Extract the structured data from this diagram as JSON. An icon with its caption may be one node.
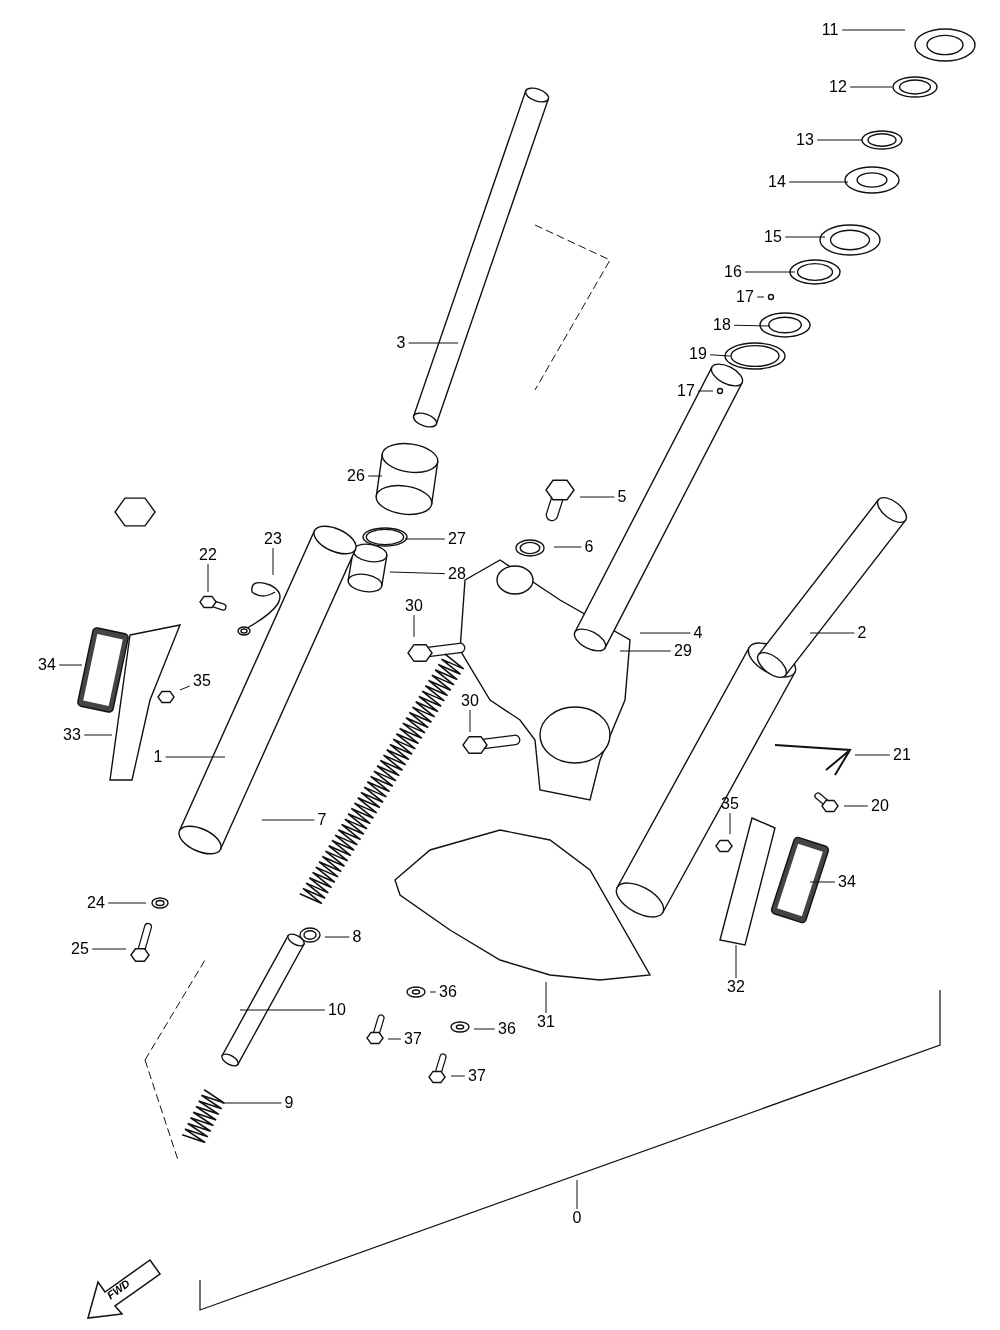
{
  "diagram": {
    "nodes": [
      {
        "text": [
          "11"
        ]
      },
      {
        "text": [
          "12"
        ]
      },
      {
        "text": [
          "13"
        ]
      },
      {
        "text": [
          "14"
        ]
      },
      {
        "text": [
          "15"
        ]
      },
      {
        "text": [
          "16"
        ]
      },
      {
        "text": [
          "17"
        ]
      },
      {
        "text": [
          "18"
        ]
      },
      {
        "text": [
          "19"
        ]
      },
      {
        "text": [
          "3"
        ]
      },
      {
        "text": [
          "17"
        ]
      },
      {
        "text": [
          "26"
        ]
      },
      {
        "text": [
          "5"
        ]
      },
      {
        "text": [
          "27"
        ]
      },
      {
        "text": [
          "6"
        ]
      },
      {
        "text": [
          "22"
        ]
      },
      {
        "text": [
          "23"
        ]
      },
      {
        "text": [
          "28"
        ]
      },
      {
        "text": [
          "30"
        ]
      },
      {
        "text": [
          "4"
        ]
      },
      {
        "text": [
          "2"
        ]
      },
      {
        "text": [
          "29"
        ]
      },
      {
        "text": [
          "34"
        ]
      },
      {
        "text": [
          "35"
        ]
      },
      {
        "text": [
          "30"
        ]
      },
      {
        "text": [
          "33"
        ]
      },
      {
        "text": [
          "1"
        ]
      },
      {
        "text": [
          "21"
        ]
      },
      {
        "text": [
          "35"
        ]
      },
      {
        "text": [
          "20"
        ]
      },
      {
        "text": [
          "7"
        ]
      },
      {
        "text": [
          "34"
        ]
      },
      {
        "text": [
          "24"
        ]
      },
      {
        "text": [
          "8"
        ]
      },
      {
        "text": [
          "25"
        ]
      },
      {
        "text": [
          "36"
        ]
      },
      {
        "text": [
          "31"
        ]
      },
      {
        "text": [
          "10"
        ]
      },
      {
        "text": [
          "36"
        ]
      },
      {
        "text": [
          "37"
        ]
      },
      {
        "text": [
          "37"
        ]
      },
      {
        "text": [
          "9"
        ]
      },
      {
        "text": [
          "32"
        ]
      },
      {
        "text": [
          "0"
        ]
      }
    ],
    "edges": [
      {
        "from": 0,
        "to": null,
        "arrow": "none"
      },
      {
        "from": 1,
        "to": null,
        "arrow": "none"
      },
      {
        "from": 2,
        "to": null,
        "arrow": "none"
      },
      {
        "from": 3,
        "to": null,
        "arrow": "none"
      },
      {
        "from": 4,
        "to": null,
        "arrow": "none"
      },
      {
        "from": 5,
        "to": null,
        "arrow": "none"
      },
      {
        "from": 6,
        "to": null,
        "arrow": "none"
      },
      {
        "from": 7,
        "to": null,
        "arrow": "none"
      },
      {
        "from": 8,
        "to": null,
        "arrow": "none"
      },
      {
        "from": 9,
        "to": null,
        "arrow": "none"
      },
      {
        "from": 10,
        "to": null,
        "arrow": "none"
      },
      {
        "from": 11,
        "to": null,
        "arrow": "none"
      },
      {
        "from": 12,
        "to": null,
        "arrow": "none"
      },
      {
        "from": 13,
        "to": null,
        "arrow": "none"
      },
      {
        "from": 14,
        "to": null,
        "arrow": "none"
      },
      {
        "from": 15,
        "to": null,
        "arrow": "none"
      },
      {
        "from": 16,
        "to": null,
        "arrow": "none"
      },
      {
        "from": 17,
        "to": null,
        "arrow": "none"
      },
      {
        "from": 18,
        "to": null,
        "arrow": "none"
      },
      {
        "from": 19,
        "to": null,
        "arrow": "none"
      },
      {
        "from": 20,
        "to": null,
        "arrow": "none"
      },
      {
        "from": 21,
        "to": null,
        "arrow": "none"
      },
      {
        "from": 22,
        "to": null,
        "arrow": "none"
      },
      {
        "from": 23,
        "to": null,
        "arrow": "none"
      },
      {
        "from": 24,
        "to": null,
        "arrow": "none"
      },
      {
        "from": 25,
        "to": null,
        "arrow": "none"
      },
      {
        "from": 26,
        "to": null,
        "arrow": "none"
      },
      {
        "from": 27,
        "to": null,
        "arrow": "none"
      },
      {
        "from": 28,
        "to": null,
        "arrow": "none"
      },
      {
        "from": 29,
        "to": null,
        "arrow": "none"
      },
      {
        "from": 30,
        "to": null,
        "arrow": "none"
      },
      {
        "from": 31,
        "to": null,
        "arrow": "none"
      },
      {
        "from": 32,
        "to": null,
        "arrow": "none"
      },
      {
        "from": 33,
        "to": null,
        "arrow": "none"
      },
      {
        "from": 34,
        "to": null,
        "arrow": "none"
      },
      {
        "from": 35,
        "to": null,
        "arrow": "none"
      },
      {
        "from": 36,
        "to": null,
        "arrow": "none"
      },
      {
        "from": 37,
        "to": null,
        "arrow": "none"
      },
      {
        "from": 38,
        "to": null,
        "arrow": "none"
      },
      {
        "from": 39,
        "to": null,
        "arrow": "none"
      },
      {
        "from": 40,
        "to": null,
        "arrow": "none"
      },
      {
        "from": 41,
        "to": null,
        "arrow": "none"
      },
      {
        "from": 42,
        "to": null,
        "arrow": "none"
      },
      {
        "from": 43,
        "to": null,
        "arrow": "none"
      }
    ],
    "labels": [
      "FWD"
    ]
  }
}
